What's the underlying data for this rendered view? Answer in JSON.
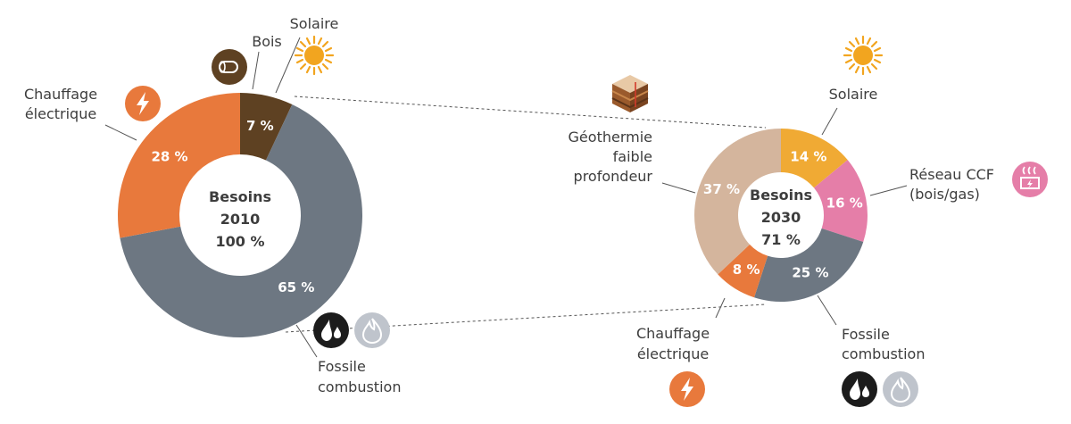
{
  "chart_data": [
    {
      "type": "pie",
      "center_lines": [
        "Besoins",
        "2010",
        "100 %"
      ],
      "segments": [
        {
          "label": "Bois",
          "value": 7,
          "display": "7 %",
          "color": "#5e4122",
          "icon": "wood-log-icon"
        },
        {
          "label": "Fossile combustion",
          "value": 65,
          "display": "65 %",
          "color": "#6d7782",
          "icon": "oil-gas-icon"
        },
        {
          "label": "Chauffage électrique",
          "value": 28,
          "display": "28 %",
          "color": "#e8793c",
          "icon": "lightning-icon"
        }
      ],
      "callouts": {
        "solaire": "Solaire",
        "bois": "Bois",
        "chauffage": [
          "Chauffage",
          "électrique"
        ],
        "fossile": [
          "Fossile",
          "combustion"
        ]
      }
    },
    {
      "type": "pie",
      "center_lines": [
        "Besoins",
        "2030",
        "71 %"
      ],
      "segments": [
        {
          "label": "Solaire",
          "value": 14,
          "display": "14 %",
          "color": "#f0aa34",
          "icon": "sun-icon"
        },
        {
          "label": "Réseau CCF (bois/gas)",
          "value": 16,
          "display": "16 %",
          "color": "#e57ea8",
          "icon": "district-heating-icon"
        },
        {
          "label": "Fossile combustion",
          "value": 25,
          "display": "25 %",
          "color": "#6d7782",
          "icon": "oil-gas-icon"
        },
        {
          "label": "Chauffage électrique",
          "value": 8,
          "display": "8 %",
          "color": "#e8793c",
          "icon": "lightning-icon"
        },
        {
          "label": "Géothermie faible profondeur",
          "value": 37,
          "display": "37 %",
          "color": "#d4b59d",
          "icon": "geothermal-icon"
        }
      ],
      "callouts": {
        "solaire": "Solaire",
        "reseau": [
          "Réseau CCF",
          "(bois/gas)"
        ],
        "fossile": [
          "Fossile",
          "combustion"
        ],
        "chauffage": [
          "Chauffage",
          "électrique"
        ],
        "geothermie": [
          "Géothermie",
          "faible",
          "profondeur"
        ]
      }
    }
  ],
  "colors": {
    "text": "#3d3d3d",
    "connector": "#555555",
    "orange": "#e8793c",
    "gray_icon": "#bfc4cc",
    "dark": "#1c1c1c",
    "sun": "#f2a51f"
  }
}
